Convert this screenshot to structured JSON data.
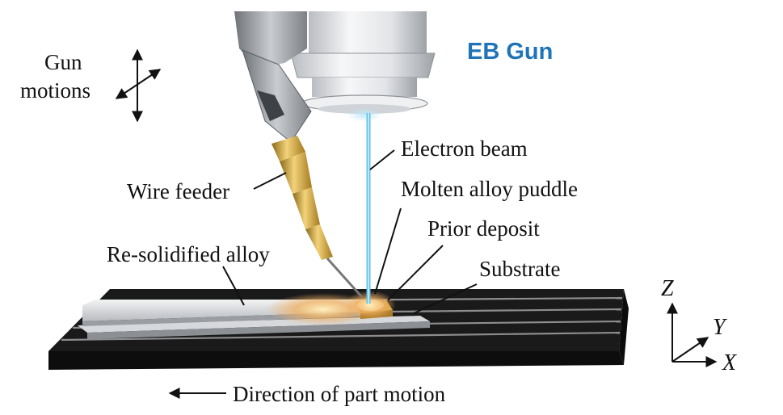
{
  "labels": {
    "gun_title": "EB Gun",
    "gun_motions_line1": "Gun",
    "gun_motions_line2": "motions",
    "electron_beam": "Electron beam",
    "molten_puddle": "Molten alloy puddle",
    "wire_feeder": "Wire feeder",
    "prior_deposit": "Prior deposit",
    "resolidified": "Re-solidified alloy",
    "substrate": "Substrate",
    "direction": "Direction of part motion"
  },
  "axes": {
    "z": "Z",
    "y": "Y",
    "x": "X"
  },
  "colors": {
    "gun_title": "#1f74b8",
    "beam": "#5ec3ea",
    "table": "#1a1a1a",
    "wire_feeder_brass": "#d9a93a",
    "melt_glow": "#f0b060"
  },
  "icons": {
    "gun_motion": "four-way-arrow-icon",
    "direction": "arrow-left-icon",
    "axes": "xyz-axes-icon"
  }
}
